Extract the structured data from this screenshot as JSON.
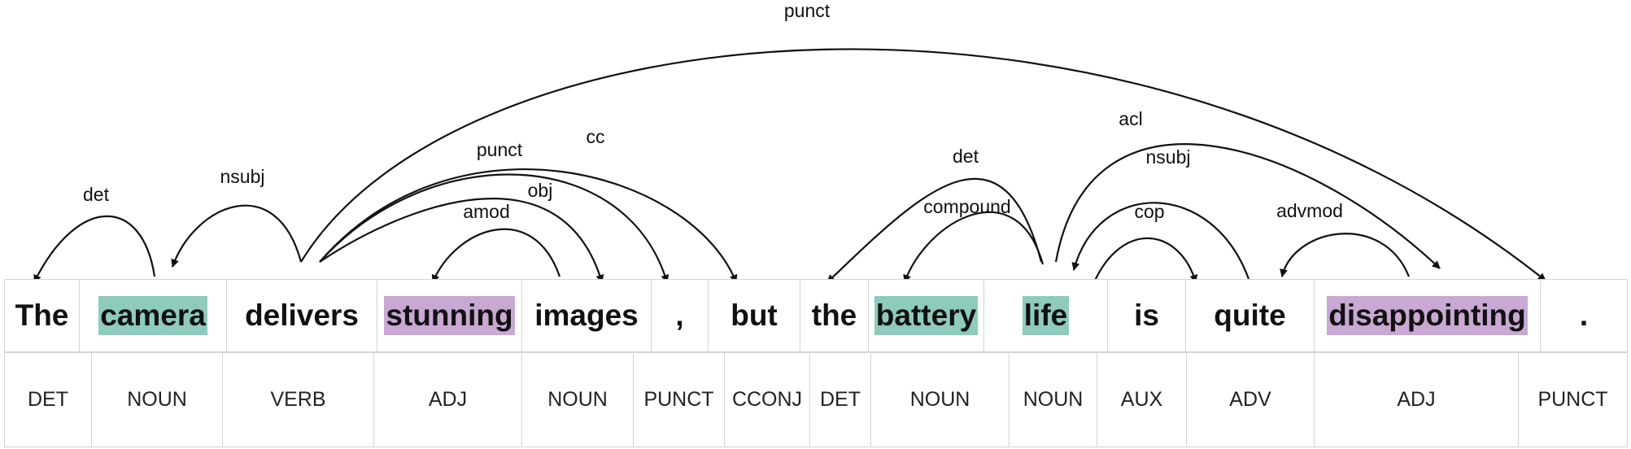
{
  "colors": {
    "aspect_highlight": "#8ecbbd",
    "opinion_highlight": "#c9a8d4",
    "text": "#111111",
    "border": "#d4d4d4"
  },
  "tokens": [
    {
      "word": "The",
      "pos": "DET",
      "highlight": "none"
    },
    {
      "word": "camera",
      "pos": "NOUN",
      "highlight": "aspect"
    },
    {
      "word": "delivers",
      "pos": "VERB",
      "highlight": "none"
    },
    {
      "word": "stunning",
      "pos": "ADJ",
      "highlight": "opinion"
    },
    {
      "word": "images",
      "pos": "NOUN",
      "highlight": "none"
    },
    {
      "word": ",",
      "pos": "PUNCT",
      "highlight": "none"
    },
    {
      "word": "but",
      "pos": "CCONJ",
      "highlight": "none"
    },
    {
      "word": "the",
      "pos": "DET",
      "highlight": "none"
    },
    {
      "word": "battery",
      "pos": "NOUN",
      "highlight": "aspect"
    },
    {
      "word": "life",
      "pos": "NOUN",
      "highlight": "aspect"
    },
    {
      "word": "is",
      "pos": "AUX",
      "highlight": "none"
    },
    {
      "word": "quite",
      "pos": "ADV",
      "highlight": "none"
    },
    {
      "word": "disappointing",
      "pos": "ADJ",
      "highlight": "opinion"
    },
    {
      "word": ".",
      "pos": "PUNCT",
      "highlight": "none"
    }
  ],
  "dependencies": [
    {
      "label": "det",
      "head": 1,
      "dependent": 0
    },
    {
      "label": "nsubj",
      "head": 2,
      "dependent": 1
    },
    {
      "label": "amod",
      "head": 4,
      "dependent": 3
    },
    {
      "label": "obj",
      "head": 2,
      "dependent": 4
    },
    {
      "label": "punct",
      "head": 2,
      "dependent": 5
    },
    {
      "label": "cc",
      "head": 2,
      "dependent": 6
    },
    {
      "label": "punct",
      "head": 2,
      "dependent": 13
    },
    {
      "label": "det",
      "head": 9,
      "dependent": 7
    },
    {
      "label": "compound",
      "head": 9,
      "dependent": 8
    },
    {
      "label": "acl",
      "head": 9,
      "dependent": 12
    },
    {
      "label": "nsubj",
      "head": 11,
      "dependent": 9
    },
    {
      "label": "cop",
      "head": 11,
      "dependent": 10
    },
    {
      "label": "advmod",
      "head": 12,
      "dependent": 11
    }
  ]
}
